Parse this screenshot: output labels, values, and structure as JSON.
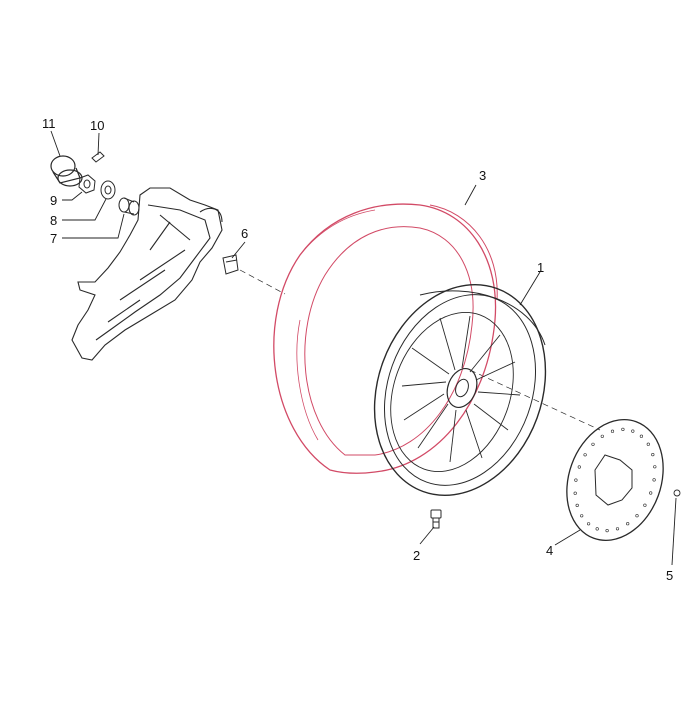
{
  "diagram": {
    "colors": {
      "line": "#2a2a2a",
      "tire": "#d24a66",
      "leader": "#222222"
    },
    "callouts": [
      {
        "label": "1"
      },
      {
        "label": "2"
      },
      {
        "label": "3"
      },
      {
        "label": "4"
      },
      {
        "label": "5"
      },
      {
        "label": "6"
      },
      {
        "label": "7"
      },
      {
        "label": "8"
      },
      {
        "label": "9"
      },
      {
        "label": "10"
      },
      {
        "label": "11"
      }
    ],
    "parts": [
      {
        "name": "wheel-rim"
      },
      {
        "name": "valve-stem"
      },
      {
        "name": "tire"
      },
      {
        "name": "brake-disc"
      },
      {
        "name": "disc-screw"
      },
      {
        "name": "spacer-nut"
      },
      {
        "name": "bushing"
      },
      {
        "name": "washer"
      },
      {
        "name": "bearing-nut"
      },
      {
        "name": "cotter-pin"
      },
      {
        "name": "bearing-housing"
      },
      {
        "name": "swing-arm"
      }
    ]
  }
}
